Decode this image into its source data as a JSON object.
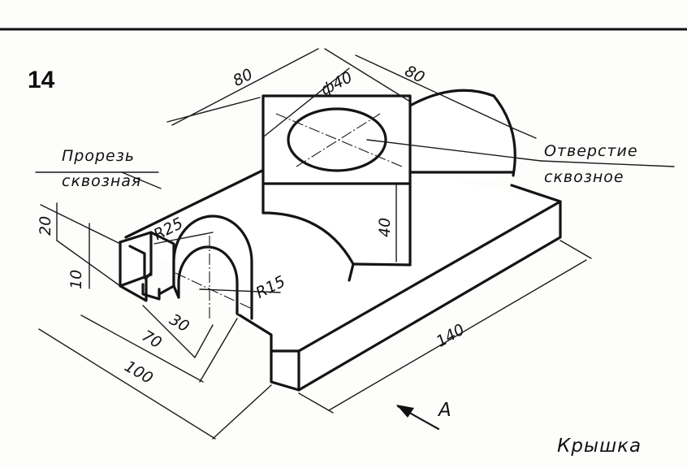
{
  "figure": {
    "number": "14",
    "caption": "Крышка",
    "view_label": "A"
  },
  "notes": {
    "slot_line1": "Прорезь",
    "slot_line2": "сквозная",
    "hole_line1": "Отверстие",
    "hole_line2": "сквозное"
  },
  "dimensions": {
    "top_width": "80",
    "top_depth": "80",
    "hole_diameter": "ф40",
    "boss_height": "40",
    "base_length": "140",
    "base_width": "100",
    "inner_width": "70",
    "slot_width": "30",
    "outer_radius": "R25",
    "inner_radius": "R15",
    "slot_height": "20",
    "base_height": "10"
  }
}
